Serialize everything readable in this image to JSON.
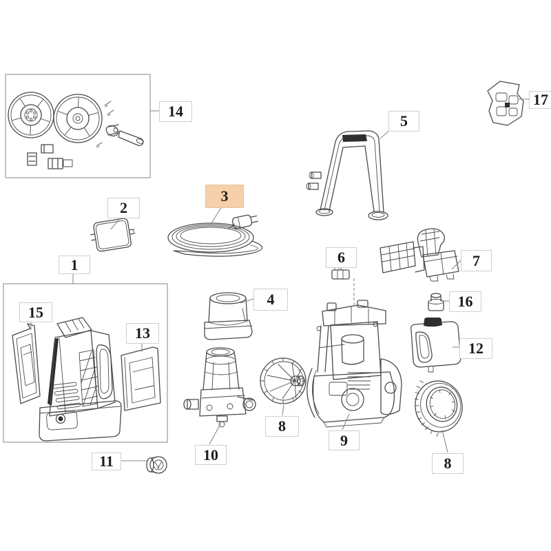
{
  "colors": {
    "highlight": "#f6cfab",
    "line": "#4a4a4a",
    "leader": "#8a8a8a",
    "box-border": "#9a9a9a",
    "label-border": "#cfcfcf"
  },
  "labels": {
    "p1": {
      "text": "1"
    },
    "p2": {
      "text": "2"
    },
    "p3": {
      "text": "3",
      "state": "highlighted"
    },
    "p4": {
      "text": "4"
    },
    "p5": {
      "text": "5"
    },
    "p6": {
      "text": "6"
    },
    "p7": {
      "text": "7"
    },
    "p8a": {
      "text": "8"
    },
    "p8b": {
      "text": "8"
    },
    "p9": {
      "text": "9"
    },
    "p10": {
      "text": "10"
    },
    "p11": {
      "text": "11"
    },
    "p12": {
      "text": "12"
    },
    "p13": {
      "text": "13"
    },
    "p14": {
      "text": "14"
    },
    "p15": {
      "text": "15"
    },
    "p16": {
      "text": "16"
    },
    "p17": {
      "text": "17"
    }
  }
}
